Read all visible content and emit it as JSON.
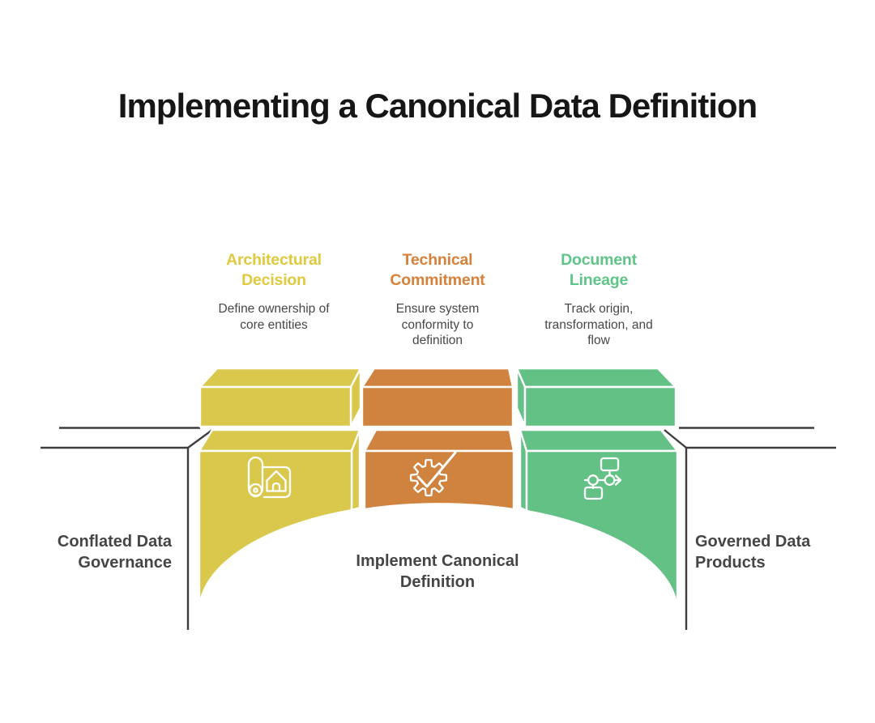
{
  "title": "Implementing a Canonical Data Definition",
  "columns": [
    {
      "id": "architectural-decision",
      "title": "Architectural\nDecision",
      "description": "Define ownership of\ncore entities",
      "color": "#d9c84b",
      "header_color": "#dfc93c",
      "icon": "blueprint-house-icon"
    },
    {
      "id": "technical-commitment",
      "title": "Technical\nCommitment",
      "description": "Ensure system\nconformity to\ndefinition",
      "color": "#d0823f",
      "header_color": "#d5813a",
      "icon": "gear-check-icon"
    },
    {
      "id": "document-lineage",
      "title": "Document\nLineage",
      "description": "Track origin,\ntransformation, and\nflow",
      "color": "#63c186",
      "header_color": "#5ec487",
      "icon": "flowchart-icon"
    }
  ],
  "bridge": {
    "left_label": "Conflated Data\nGovernance",
    "center_label": "Implement Canonical\nDefinition",
    "right_label": "Governed Data\nProducts"
  },
  "colors": {
    "ground_line": "#3d3d3d",
    "body_text": "#474747",
    "title_text": "#161616",
    "background": "#ffffff"
  }
}
